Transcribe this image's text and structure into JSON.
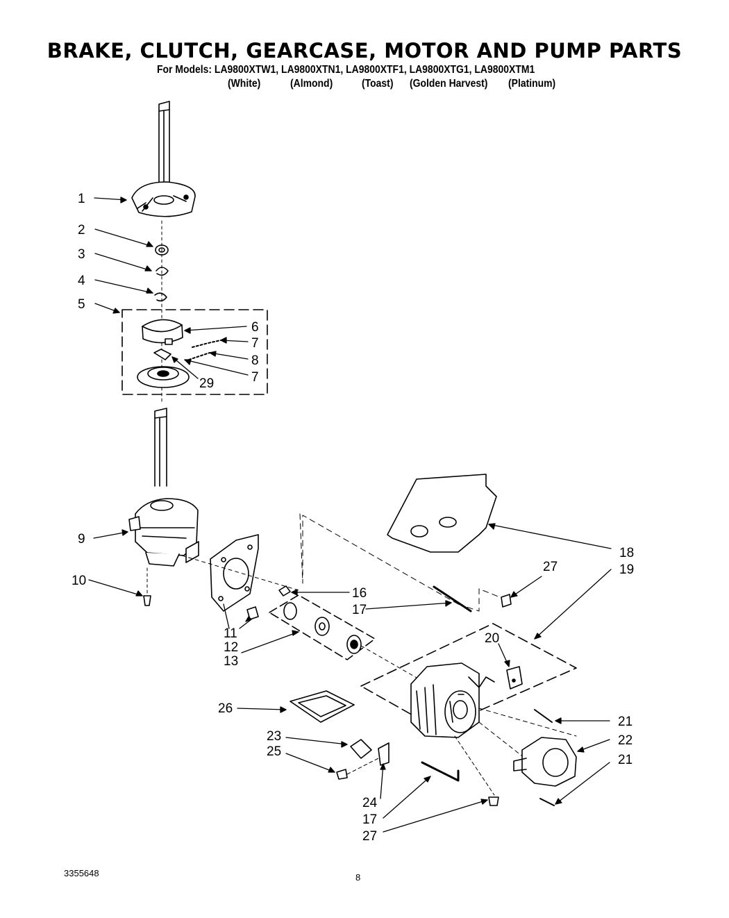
{
  "header": {
    "title": "BRAKE, CLUTCH, GEARCASE, MOTOR AND PUMP PARTS",
    "models_line": "For Models: LA9800XTW1, LA9800XTN1, LA9800XTF1, LA9800XTG1, LA9800XTM1",
    "colors": [
      "(White)",
      "(Almond)",
      "(Toast)",
      "(Golden Harvest)",
      "(Platinum)"
    ]
  },
  "callouts": {
    "c1": "1",
    "c2": "2",
    "c3": "3",
    "c4": "4",
    "c5": "5",
    "c6": "6",
    "c7a": "7",
    "c8": "8",
    "c7b": "7",
    "c29": "29",
    "c9": "9",
    "c10": "10",
    "c11": "11",
    "c12": "12",
    "c13": "13",
    "c16": "16",
    "c17a": "17",
    "c18": "18",
    "c19": "19",
    "c27a": "27",
    "c20": "20",
    "c21a": "21",
    "c22": "22",
    "c21b": "21",
    "c26": "26",
    "c23": "23",
    "c25": "25",
    "c24": "24",
    "c17b": "17",
    "c27b": "27"
  },
  "footer": {
    "doc_number": "3355648",
    "page_number": "8"
  }
}
